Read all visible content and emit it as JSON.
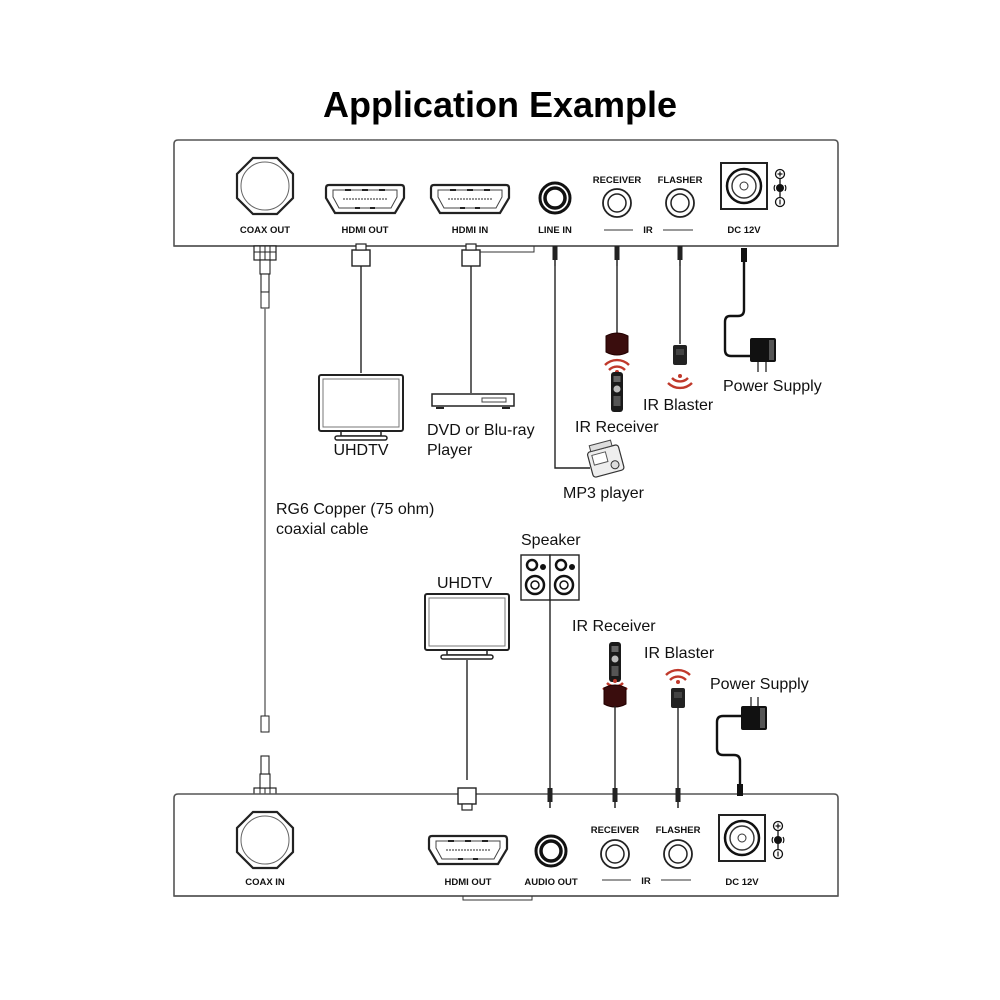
{
  "title": "Application Example",
  "transmitter": {
    "ports": {
      "coax": "COAX OUT",
      "hdmi_out": "HDMI OUT",
      "hdmi_in": "HDMI IN",
      "audio": "LINE IN",
      "ir_receiver": "RECEIVER",
      "ir_flasher": "FLASHER",
      "ir_group": "IR",
      "dc": "DC 12V"
    },
    "devices": {
      "tv": "UHDTV",
      "player_line1": "DVD or Blu-ray",
      "player_line2": "Player",
      "ir_receiver": "IR Receiver",
      "ir_blaster": "IR Blaster",
      "power_supply": "Power Supply",
      "mp3": "MP3 player"
    }
  },
  "cable": {
    "line1": "RG6 Copper (75 ohm)",
    "line2": "coaxial cable"
  },
  "receiver": {
    "ports": {
      "coax": "COAX IN",
      "hdmi_out": "HDMI OUT",
      "audio": "AUDIO OUT",
      "ir_receiver": "RECEIVER",
      "ir_flasher": "FLASHER",
      "ir_group": "IR",
      "dc": "DC 12V"
    },
    "devices": {
      "speaker": "Speaker",
      "tv": "UHDTV",
      "ir_receiver": "IR Receiver",
      "ir_blaster": "IR Blaster",
      "power_supply": "Power Supply"
    }
  },
  "colors": {
    "ir_red": "#c0392b",
    "ir_dark": "#3a0d0d",
    "outline": "#555555"
  }
}
